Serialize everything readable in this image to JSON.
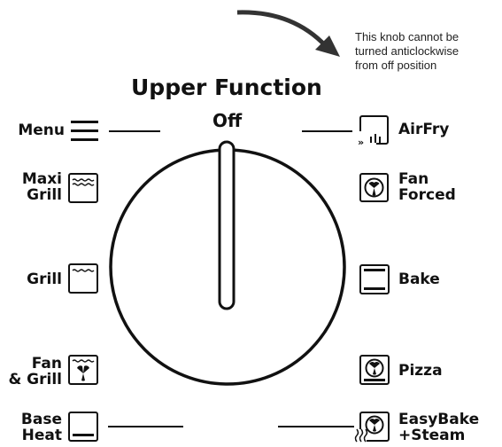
{
  "note": [
    "This knob cannot be",
    "turned anticlockwise",
    "from off position"
  ],
  "title": "Upper Function",
  "off_label": "Off",
  "left_functions": [
    {
      "lines": [
        "Menu"
      ],
      "icon": "menu-icon"
    },
    {
      "lines": [
        "Maxi",
        "Grill"
      ],
      "icon": "maxi-grill-icon"
    },
    {
      "lines": [
        "Grill"
      ],
      "icon": "grill-icon"
    },
    {
      "lines": [
        "Fan",
        "& Grill"
      ],
      "icon": "fan-grill-icon"
    },
    {
      "lines": [
        "Base",
        "Heat"
      ],
      "icon": "base-heat-icon"
    }
  ],
  "right_functions": [
    {
      "lines": [
        "AirFry"
      ],
      "icon": "airfry-icon"
    },
    {
      "lines": [
        "Fan",
        "Forced"
      ],
      "icon": "fan-forced-icon"
    },
    {
      "lines": [
        "Bake"
      ],
      "icon": "bake-icon"
    },
    {
      "lines": [
        "Pizza"
      ],
      "icon": "pizza-icon"
    },
    {
      "lines": [
        "EasyBake",
        "+Steam"
      ],
      "icon": "easybake-steam-icon"
    }
  ]
}
